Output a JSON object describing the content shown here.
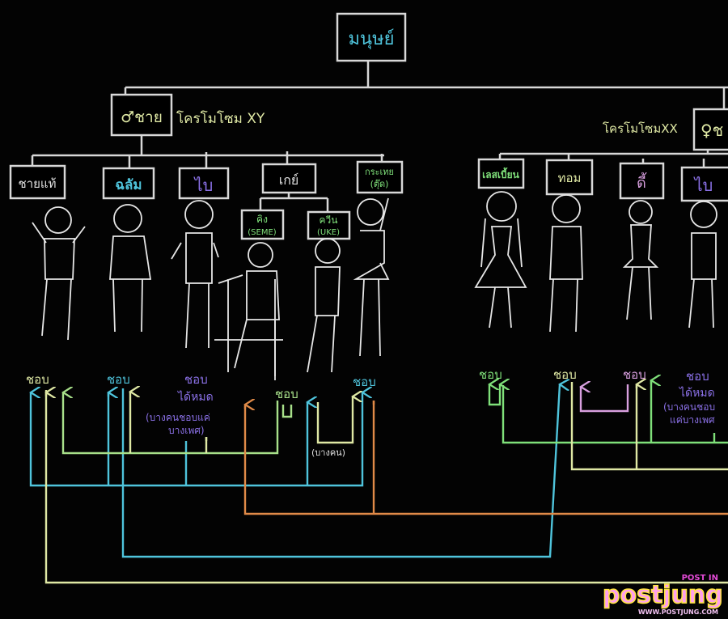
{
  "root": {
    "label": "มนุษย์"
  },
  "male": {
    "label": "♂ชาย",
    "chromosome": "โครโมโซม XY",
    "children": [
      {
        "label": "ชายแท้",
        "likes": "ชอบ"
      },
      {
        "label": "ฉลัม",
        "likes": "ชอบ"
      },
      {
        "label": "ไบ",
        "likes": "ชอบ",
        "likes_note1": "ได้หมด",
        "likes_note2": "(บางคนชอบแค่",
        "likes_note3": "บางเพศ)"
      },
      {
        "label": "เกย์",
        "likes": "ชอบ",
        "note": "(บางคน)"
      },
      {
        "label1": "กระเทย",
        "label2": "(ตุ๊ด)",
        "likes": "ชอบ"
      }
    ],
    "gay_sub": [
      {
        "label1": "คิง",
        "label2": "(SEME)"
      },
      {
        "label1": "ควีน",
        "label2": "(UKE)"
      }
    ]
  },
  "female": {
    "label": "♀ช",
    "chromosome": "โครโมโซมXX",
    "children": [
      {
        "label": "เลสเบี้ยน",
        "likes": "ชอบ"
      },
      {
        "label": "ทอม",
        "likes": "ชอบ"
      },
      {
        "label": "ดี้",
        "likes": "ชอบ"
      },
      {
        "label": "ไบ",
        "likes": "ชอบ",
        "likes_note1": "ได้หมด",
        "likes_note2": "(บางคนชอบ",
        "likes_note3": "แค่บางเพศ"
      }
    ]
  },
  "watermark": {
    "small": "POST IN",
    "brand": "postjung",
    "url": "WWW.POSTJUNG.COM"
  },
  "colors": {
    "cyan": "#4fc4dc",
    "green": "#7fe07a",
    "pale": "#dfe8a4",
    "orange": "#e08a48",
    "purple": "#8a70e6",
    "pink": "#d9a0e0",
    "white": "#d8d8d8"
  }
}
